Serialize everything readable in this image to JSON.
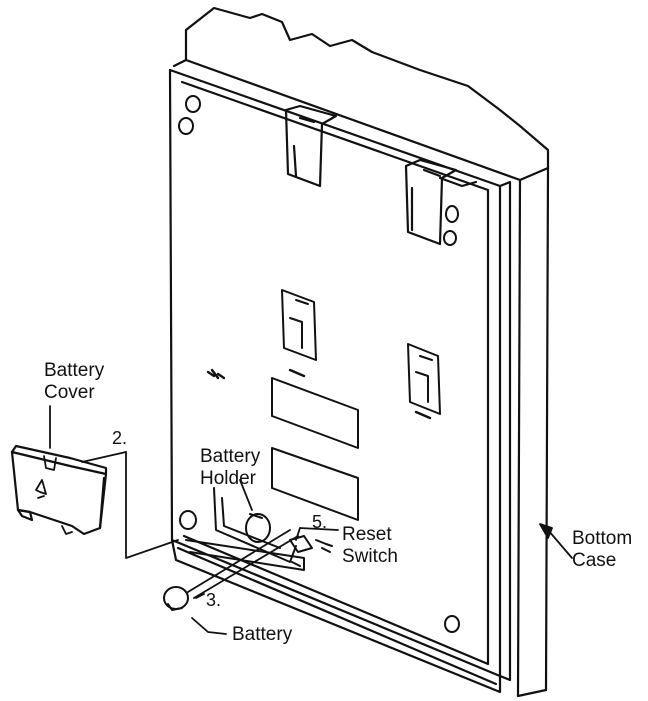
{
  "labels": {
    "battery_cover_line1": "Battery",
    "battery_cover_line2": "Cover",
    "battery_holder_line1": "Battery",
    "battery_holder_line2": "Holder",
    "reset_switch_line1": "Reset",
    "reset_switch_line2": "Switch",
    "bottom_case_line1": "Bottom",
    "bottom_case_line2": "Case",
    "battery": "Battery"
  },
  "step_numbers": {
    "step_2": "2.",
    "step_3": "3.",
    "step_5": "5."
  },
  "colors": {
    "line": "#111111",
    "background": "#ffffff"
  }
}
